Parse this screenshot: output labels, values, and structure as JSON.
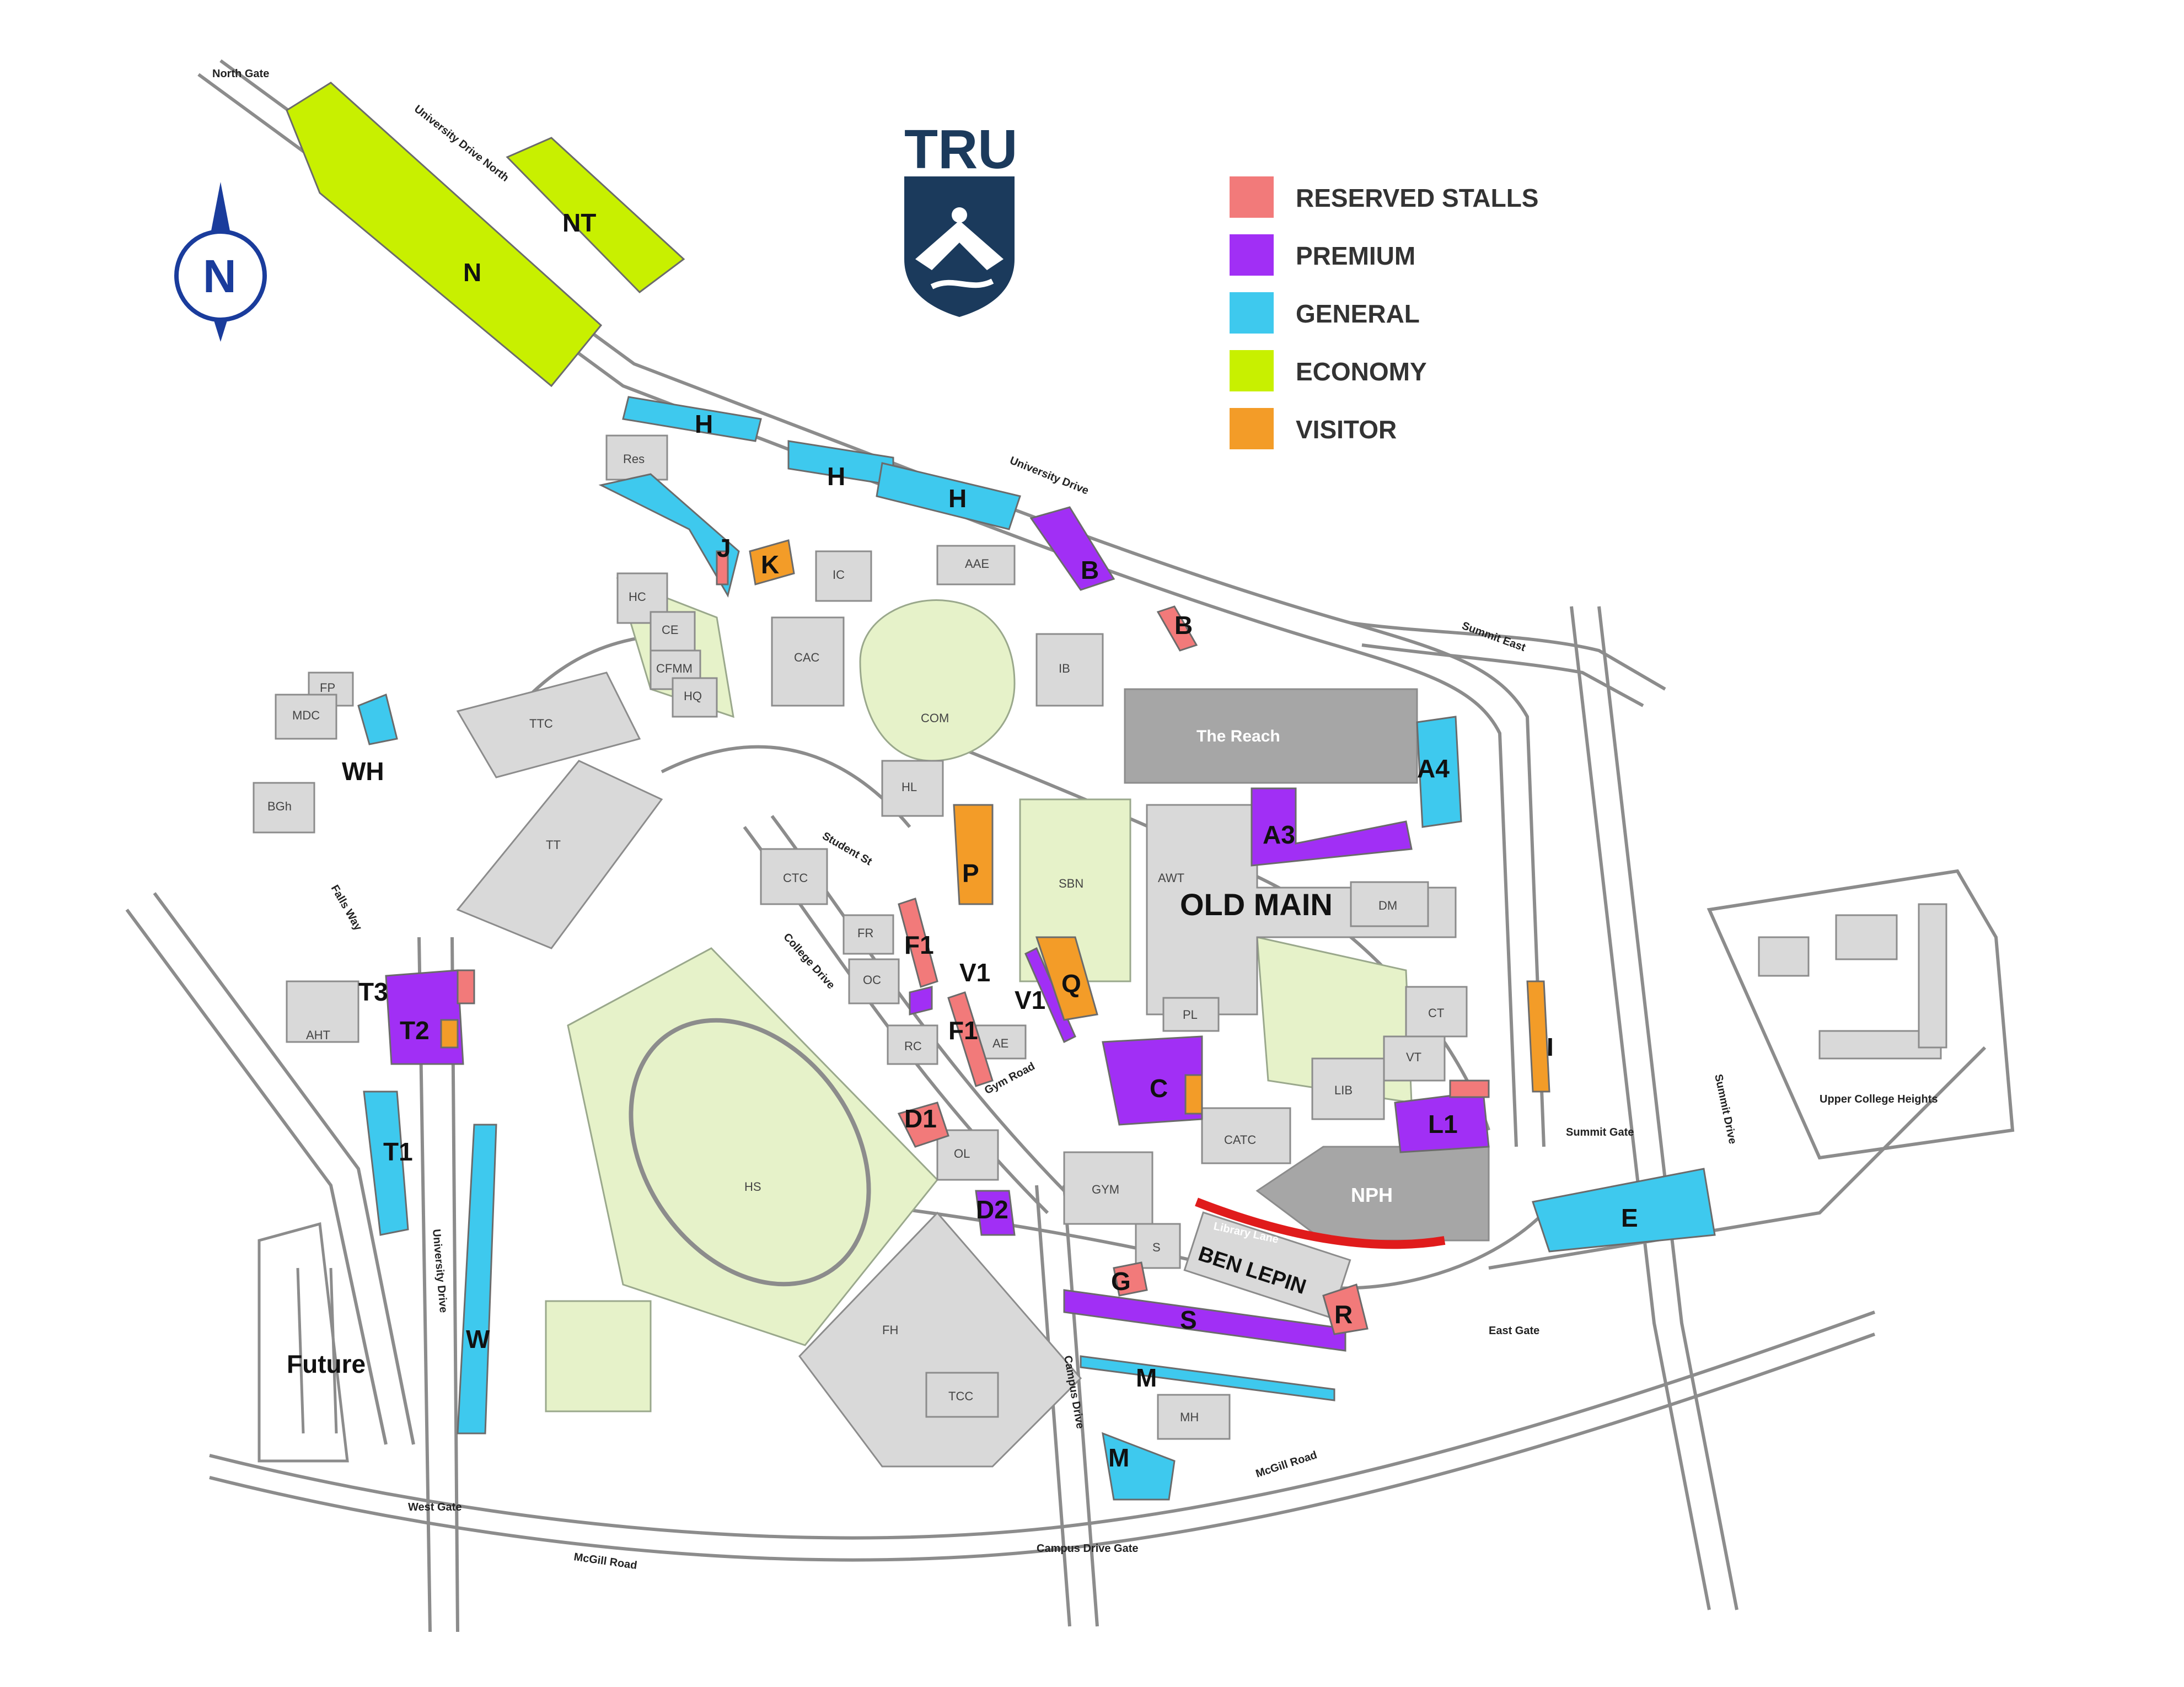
{
  "legend": {
    "items": [
      {
        "label": "RESERVED STALLS",
        "color": "#f27a7a"
      },
      {
        "label": "PREMIUM",
        "color": "#a12ff5"
      },
      {
        "label": "GENERAL",
        "color": "#3ec9ee"
      },
      {
        "label": "ECONOMY",
        "color": "#c8f000"
      },
      {
        "label": "VISITOR",
        "color": "#f39c28"
      }
    ]
  },
  "logo": {
    "text": "TRU"
  },
  "compass": {
    "letter": "N"
  },
  "colors": {
    "building": "#d9d9d9",
    "building_dark": "#a6a6a6",
    "green": "#e6f2c9",
    "road_outline": "#8c8c8c",
    "brand_navy": "#1b3a5c",
    "compass_blue": "#1a3c9c"
  },
  "lots": {
    "NT": "NT",
    "N": "N",
    "H1": "H",
    "H2": "H",
    "H3": "H",
    "J": "J",
    "K": "K",
    "B1": "B",
    "B2": "B",
    "A4": "A4",
    "A3": "A3",
    "P": "P",
    "F1a": "F1",
    "F1b": "F1",
    "V1a": "V1",
    "V1b": "V1",
    "Q": "Q",
    "C": "C",
    "D1": "D1",
    "D2": "D2",
    "L1": "L1",
    "I": "I",
    "E": "E",
    "G": "G",
    "S": "S",
    "R": "R",
    "M1": "M",
    "M2": "M",
    "T3": "T3",
    "T2": "T2",
    "T1": "T1",
    "W": "W",
    "WH": "WH",
    "Future": "Future"
  },
  "buildings": {
    "reach": "The Reach",
    "old_main": "OLD MAIN",
    "nph": "NPH",
    "ben_lepin": "BEN LEPIN",
    "res": "Res",
    "cac": "CAC",
    "ic": "IC",
    "aae": "AAE",
    "ib": "IB",
    "com": "COM",
    "hl": "HL",
    "awt": "AWT",
    "dm": "DM",
    "sbn": "SBN",
    "ctc": "CTC",
    "fr": "FR",
    "oc": "OC",
    "rc": "RC",
    "ae": "AE",
    "hc": "HC",
    "ce": "CE",
    "cfmm": "CFMM",
    "hs": "HS",
    "fh": "FH",
    "tcc": "TCC",
    "gym": "GYM",
    "catc": "CATC",
    "lib": "LIB",
    "ct": "CT",
    "vt": "VT",
    "ol": "OL",
    "mh": "MH",
    "ttc": "TTC",
    "tt": "TT",
    "ahf": "AHT",
    "fp": "FP",
    "mdc": "MDC",
    "bgh": "BGh",
    "hq": "HQ",
    "pl": "PL",
    "s_bldg": "S"
  },
  "roads": {
    "north_gate": "North Gate",
    "university_drive_north": "University Drive North",
    "university_drive": "University Drive",
    "summit_east": "Summit East",
    "summit_drive": "Summit Drive",
    "summit_gate": "Summit Gate",
    "upper_college_heights": "Upper College Heights",
    "east_gate": "East Gate",
    "mcgill_road_east": "McGill Road",
    "mcgill_road_west": "McGill Road",
    "campus_drive_gate": "Campus Drive Gate",
    "campus_drive": "Campus Drive",
    "west_gate": "West Gate",
    "university_drive_west": "University Drive",
    "college_drive": "College Drive",
    "student_st": "Student St",
    "library_lane": "Library Lane",
    "falls_way": "Falls Way",
    "gym_road": "Gym Road"
  }
}
